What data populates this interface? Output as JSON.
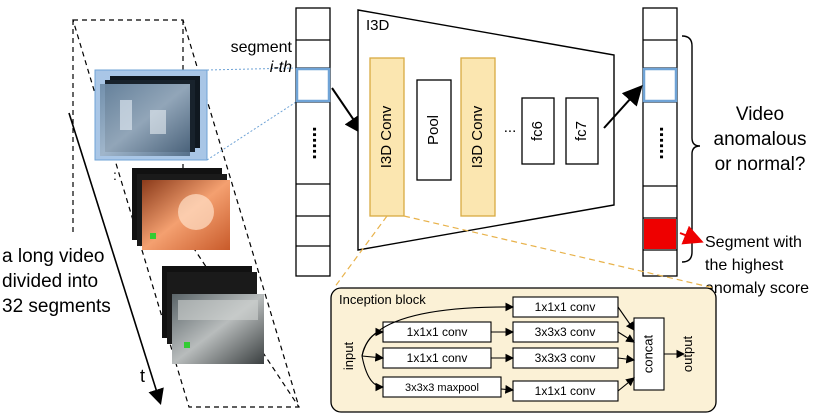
{
  "left": {
    "caption_lines": [
      "a long video",
      "divided into",
      "32 segments"
    ],
    "time_label": "t",
    "dots": ":"
  },
  "input_column": {
    "label_line1": "segment",
    "label_line2": "i-th",
    "dots": "......"
  },
  "network": {
    "title": "I3D",
    "layers": [
      {
        "label": "I3D Conv",
        "style": "conv"
      },
      {
        "label": "Pool",
        "style": "plain"
      },
      {
        "label": "I3D Conv",
        "style": "conv"
      },
      {
        "label": "fc6",
        "style": "plain"
      },
      {
        "label": "fc7",
        "style": "plain"
      }
    ],
    "ellipsis": "..."
  },
  "output_column": {
    "dots": "......",
    "question_lines": [
      "Video",
      "anomalous",
      "or normal?"
    ],
    "highlight_lines": [
      "Segment with",
      "the highest",
      "anomaly score"
    ],
    "highlight_color": "#ee0000"
  },
  "inception": {
    "title": "Inception block",
    "input_label": "input",
    "output_label": "output",
    "concat_label": "concat",
    "top_conv": "1x1x1 conv",
    "row1": [
      "1x1x1 conv",
      "3x3x3 conv"
    ],
    "row2": [
      "1x1x1 conv",
      "3x3x3 conv"
    ],
    "row3": [
      "3x3x3 maxpool",
      "1x1x1 conv"
    ]
  },
  "colors": {
    "conv_fill": "#fbe6b0",
    "conv_stroke": "#d8aa42",
    "inception_fill": "#fbf1d6",
    "highlight_blue": "#6fa3d6",
    "dashed_orange": "#e8b24a"
  }
}
